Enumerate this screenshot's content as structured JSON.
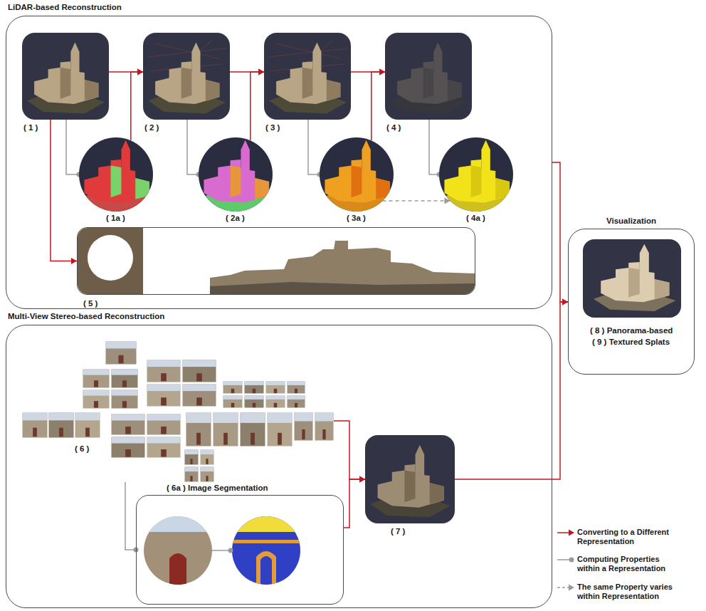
{
  "diagram": {
    "nodes": [
      {
        "text": [
          "LiDAR-based Reconstruction"
        ]
      },
      {
        "text": [
          "( 1 )"
        ],
        "in": 0
      },
      {
        "text": [
          "( 2 )"
        ],
        "in": 0
      },
      {
        "text": [
          "( 3 )"
        ],
        "in": 0
      },
      {
        "text": [
          "( 4 )"
        ],
        "in": 0
      },
      {
        "text": [
          "( 1a )"
        ],
        "in": 0
      },
      {
        "text": [
          "( 2a )"
        ],
        "in": 0
      },
      {
        "text": [
          "( 3a )"
        ],
        "in": 0
      },
      {
        "text": [
          "( 4a )"
        ],
        "in": 0
      },
      {
        "text": [
          "( 5 )"
        ],
        "in": 0
      },
      {
        "text": [
          "Multi-View Stereo-based Reconstruction"
        ]
      },
      {
        "text": [
          "( 6 )"
        ],
        "in": 10
      },
      {
        "text": [
          "( 6a ) Image Segmentation"
        ],
        "in": 10
      },
      {
        "text": [
          "( 7 )"
        ],
        "in": 10
      },
      {
        "text": [
          "Visualization",
          "( 8 ) Panorama-based",
          "( 9 ) Textured Splats"
        ]
      }
    ],
    "edges": [
      {
        "from": 1,
        "to": 2,
        "arrow": "to"
      },
      {
        "from": 5,
        "to": 2,
        "arrow": "to"
      },
      {
        "from": 2,
        "to": 3,
        "arrow": "to"
      },
      {
        "from": 6,
        "to": 3,
        "arrow": "to"
      },
      {
        "from": 3,
        "to": 4,
        "arrow": "to"
      },
      {
        "from": 7,
        "to": 4,
        "arrow": "to"
      },
      {
        "from": 1,
        "to": 5,
        "arrow": "none"
      },
      {
        "from": 2,
        "to": 6,
        "arrow": "none"
      },
      {
        "from": 3,
        "to": 7,
        "arrow": "none"
      },
      {
        "from": 4,
        "to": 8,
        "arrow": "none"
      },
      {
        "from": 7,
        "to": 8,
        "arrow": "to"
      },
      {
        "from": 1,
        "to": 9,
        "arrow": "to"
      },
      {
        "from": 0,
        "to": 14,
        "arrow": "to"
      },
      {
        "from": 11,
        "to": 13,
        "arrow": "to"
      },
      {
        "from": 12,
        "to": 13,
        "arrow": "to"
      },
      {
        "from": 11,
        "to": 12,
        "arrow": "none"
      },
      {
        "from": 13,
        "to": 14,
        "arrow": "to"
      }
    ],
    "legend": [
      {
        "text": "Converting to a Different Representation"
      },
      {
        "text": "Computing Properties within a Representation"
      },
      {
        "text": "The same Property varies within Representation"
      }
    ]
  }
}
